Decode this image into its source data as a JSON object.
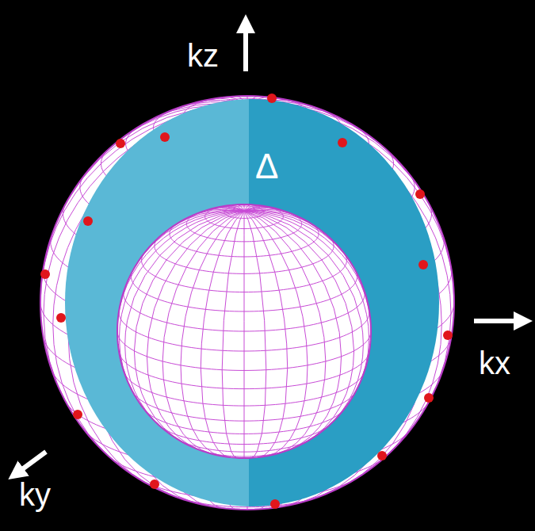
{
  "diagram": {
    "labels": [
      "kz",
      "Δ",
      "kx",
      "ky"
    ]
  }
}
